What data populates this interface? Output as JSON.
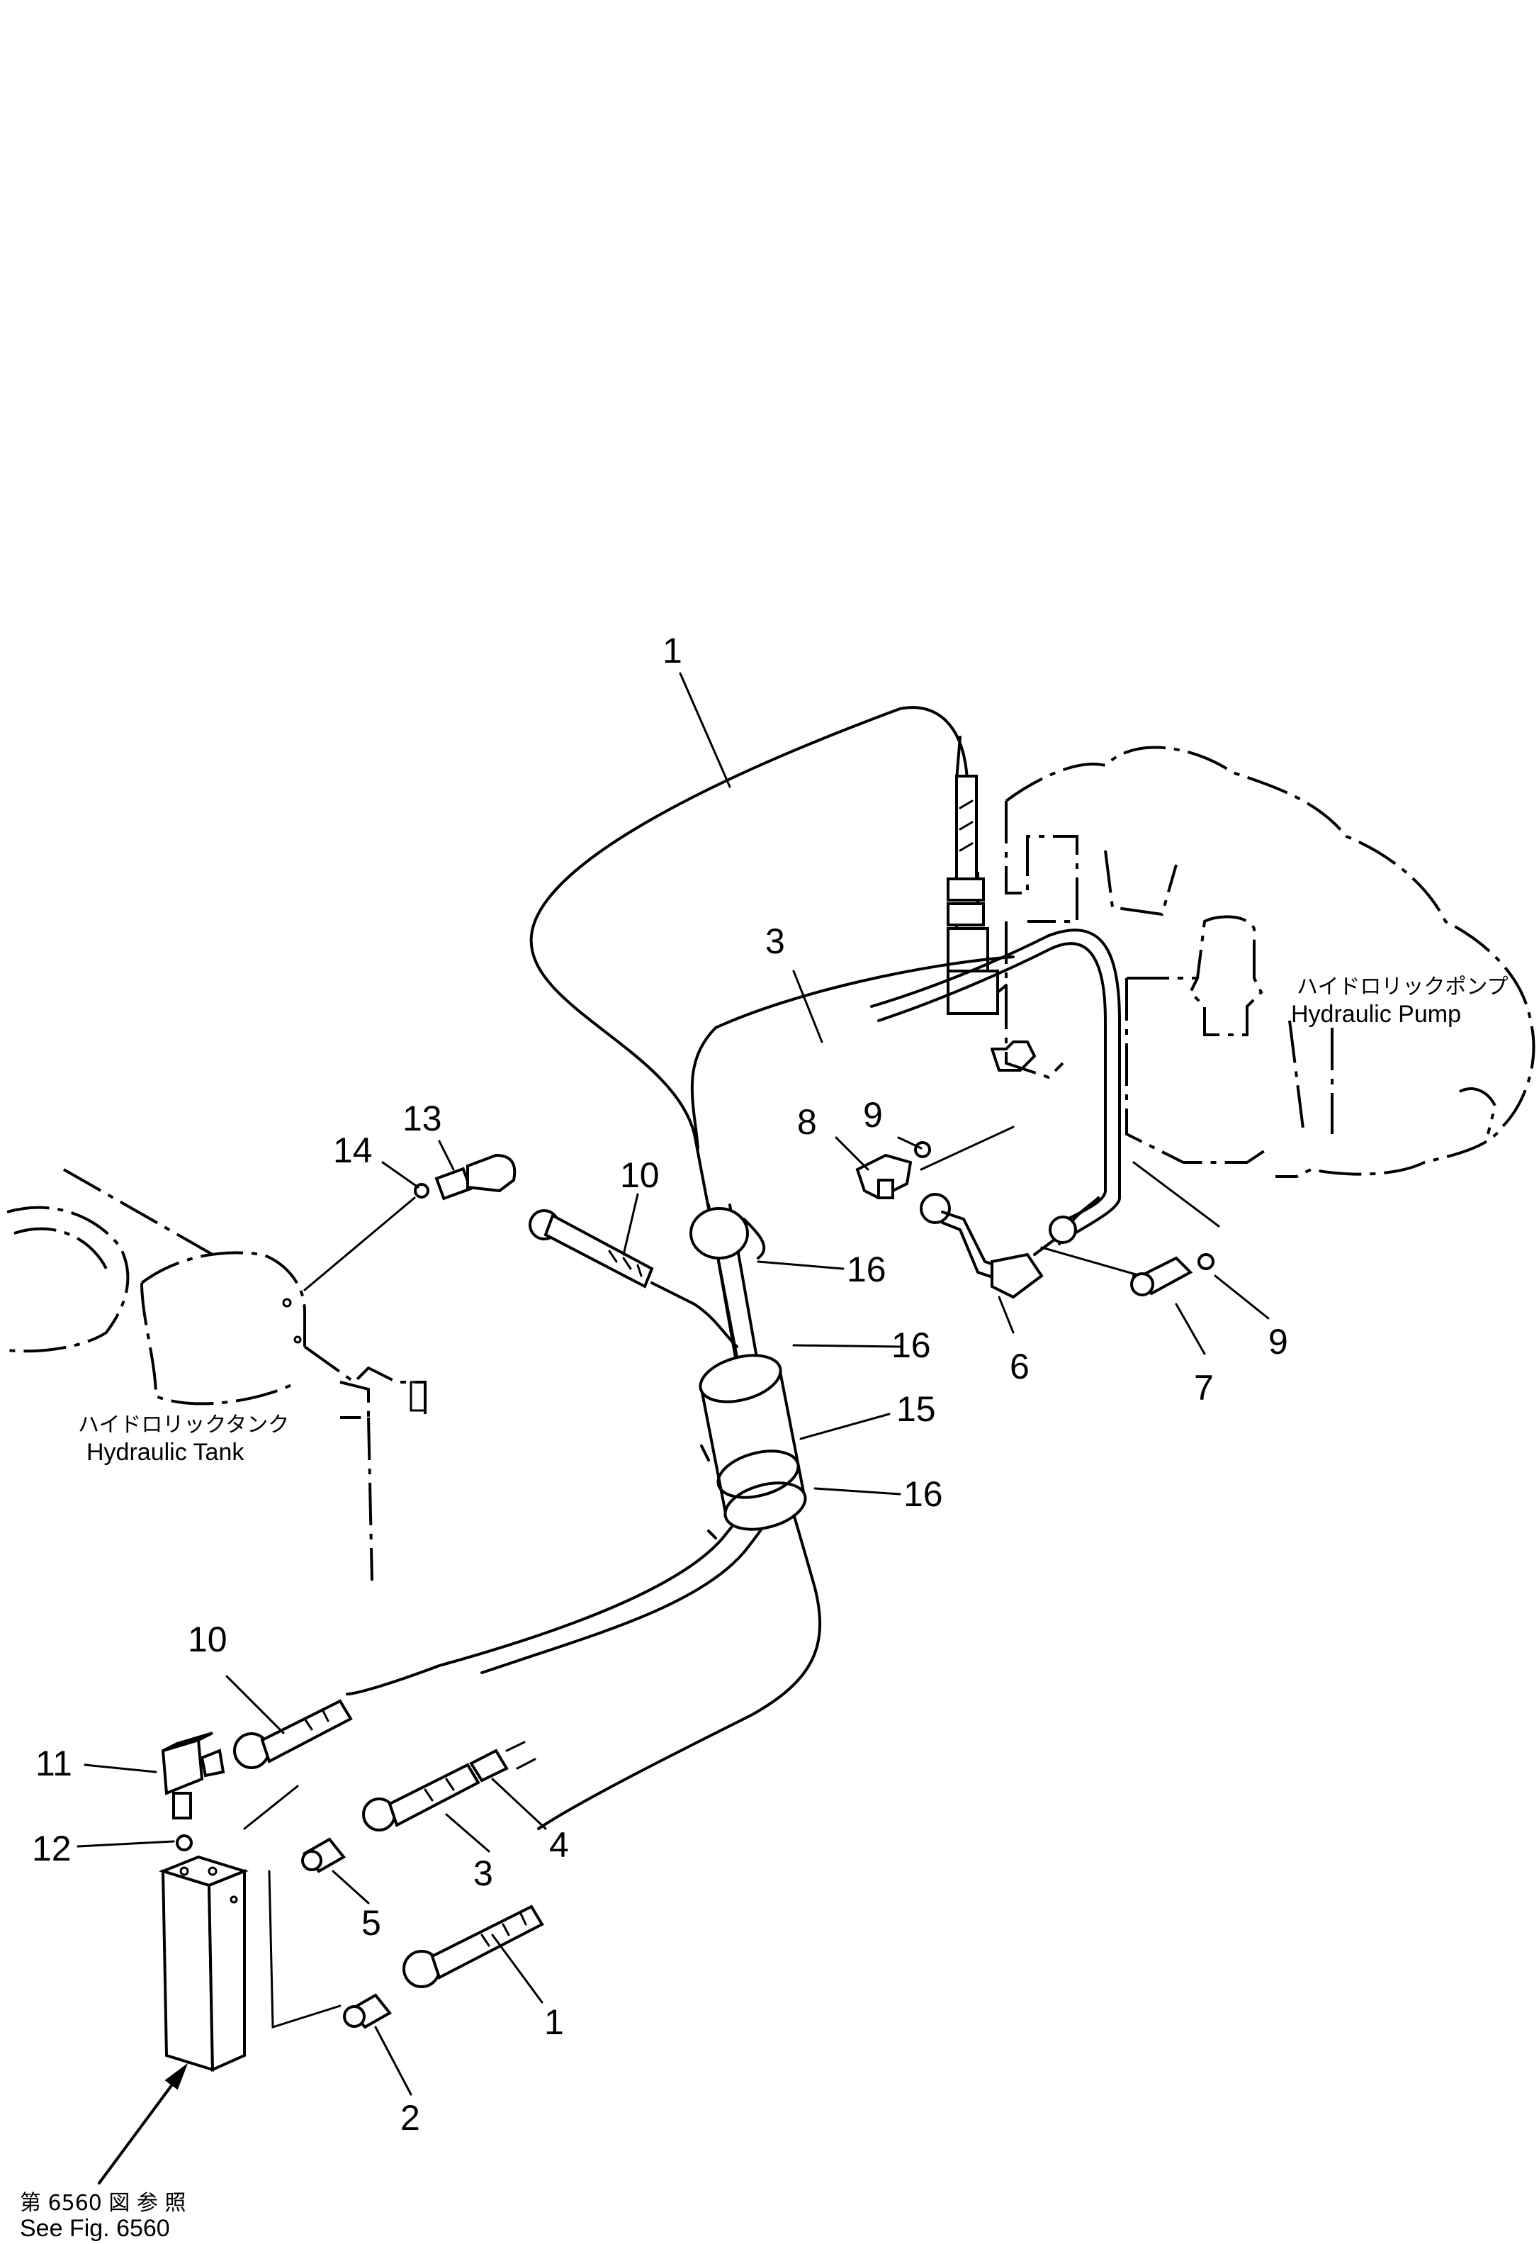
{
  "header_text": "",
  "callouts": {
    "c1_top": "1",
    "c3_top": "3",
    "c9_a": "9",
    "c8": "8",
    "c13": "13",
    "c14": "14",
    "c10_top": "10",
    "c16_a": "16",
    "c16_b": "16",
    "c15": "15",
    "c16_c": "16",
    "c6": "6",
    "c7": "7",
    "c9_b": "9",
    "c10_bot": "10",
    "c11": "11",
    "c12": "12",
    "c4": "4",
    "c3_bot": "3",
    "c5": "5",
    "c1_bot": "1",
    "c2": "2"
  },
  "labels": {
    "pump_jp": "ハイドロリックポンプ",
    "pump_en": "Hydraulic  Pump",
    "tank_jp": "ハイドロリックタンク",
    "tank_en": "Hydraulic  Tank",
    "ref_jp": "第 6560 図 参 照",
    "ref_en": "See Fig. 6560"
  }
}
